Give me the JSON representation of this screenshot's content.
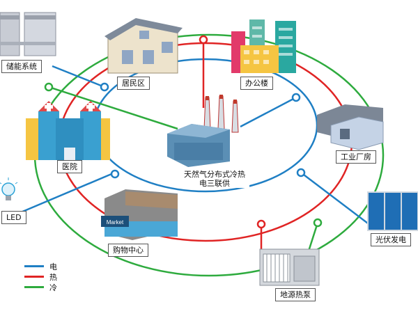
{
  "colors": {
    "electric": "#1f7fc4",
    "heat": "#e02424",
    "cold": "#2eab3e"
  },
  "center": {
    "label_line1": "天然气分布式冷热",
    "label_line2": "电三联供"
  },
  "nodes": {
    "storage": "储能系统",
    "residential": "居民区",
    "office": "办公楼",
    "hospital": "医院",
    "factory": "工业厂房",
    "led": "LED",
    "mall": "购物中心",
    "heatpump": "地源热泵",
    "pv": "光伏发电"
  },
  "legend": [
    {
      "label": "电",
      "color": "#1f7fc4"
    },
    {
      "label": "热",
      "color": "#e02424"
    },
    {
      "label": "冷",
      "color": "#2eab3e"
    }
  ],
  "mall_sign": "Market"
}
